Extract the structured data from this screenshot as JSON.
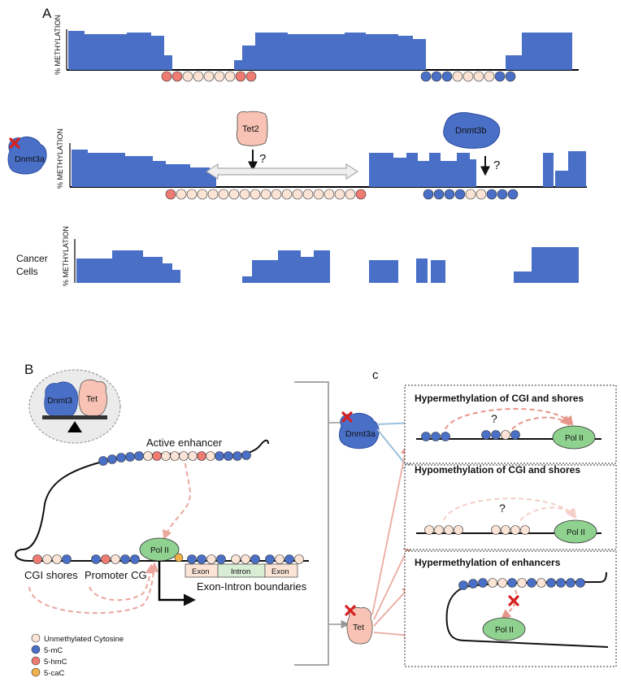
{
  "panel_a": {
    "label": "A",
    "ylabel": "% METHYLATION",
    "enzyme_tet2": "Tet2",
    "enzyme_dnmt3b": "Dnmt3b",
    "enzyme_dnmt3a": "Dnmt3a",
    "question_mark": "?",
    "cancer_label_line1": "Cancer",
    "cancer_label_line2": "Cells"
  },
  "panel_b": {
    "label": "B",
    "dnmt3": "Dnmt3",
    "tet": "Tet",
    "active_enhancer": "Active enhancer",
    "pol2": "Pol II",
    "exon1": "Exon",
    "intron": "Intron",
    "exon2": "Exon",
    "cgi_shores": "CGI shores",
    "promoter_cg": "Promoter CG",
    "exon_intron_boundaries": "Exon-Intron boundaries"
  },
  "legend": [
    {
      "label": "Unmethylated Cytosine",
      "color": "#fbe4d6"
    },
    {
      "label": "5-mC",
      "color": "#4a6fc7"
    },
    {
      "label": "5-hmC",
      "color": "#ef7b73"
    },
    {
      "label": "5-caC",
      "color": "#f2b04a"
    }
  ],
  "panel_c": {
    "label": "c",
    "dnmt3a": "Dnmt3a",
    "tet": "Tet",
    "box1_title": "Hypermethylation of CGI and shores",
    "box2_title": "Hypomethylation of CGI and shores",
    "box3_title": "Hypermethylation of enhancers",
    "pol2": "Pol II",
    "question_mark": "?"
  },
  "colors": {
    "methylation_bar": "#4a6fc7",
    "mc5": "#4a6fc7",
    "hmc5": "#ef7b73",
    "unmethylated": "#fbe4d6",
    "cac5": "#f2b04a",
    "pol2": "#8fd18f",
    "tet": "#f8c3b4",
    "arrow_pink": "#ebaaa0",
    "arrow_blue": "#9cc0dc"
  }
}
